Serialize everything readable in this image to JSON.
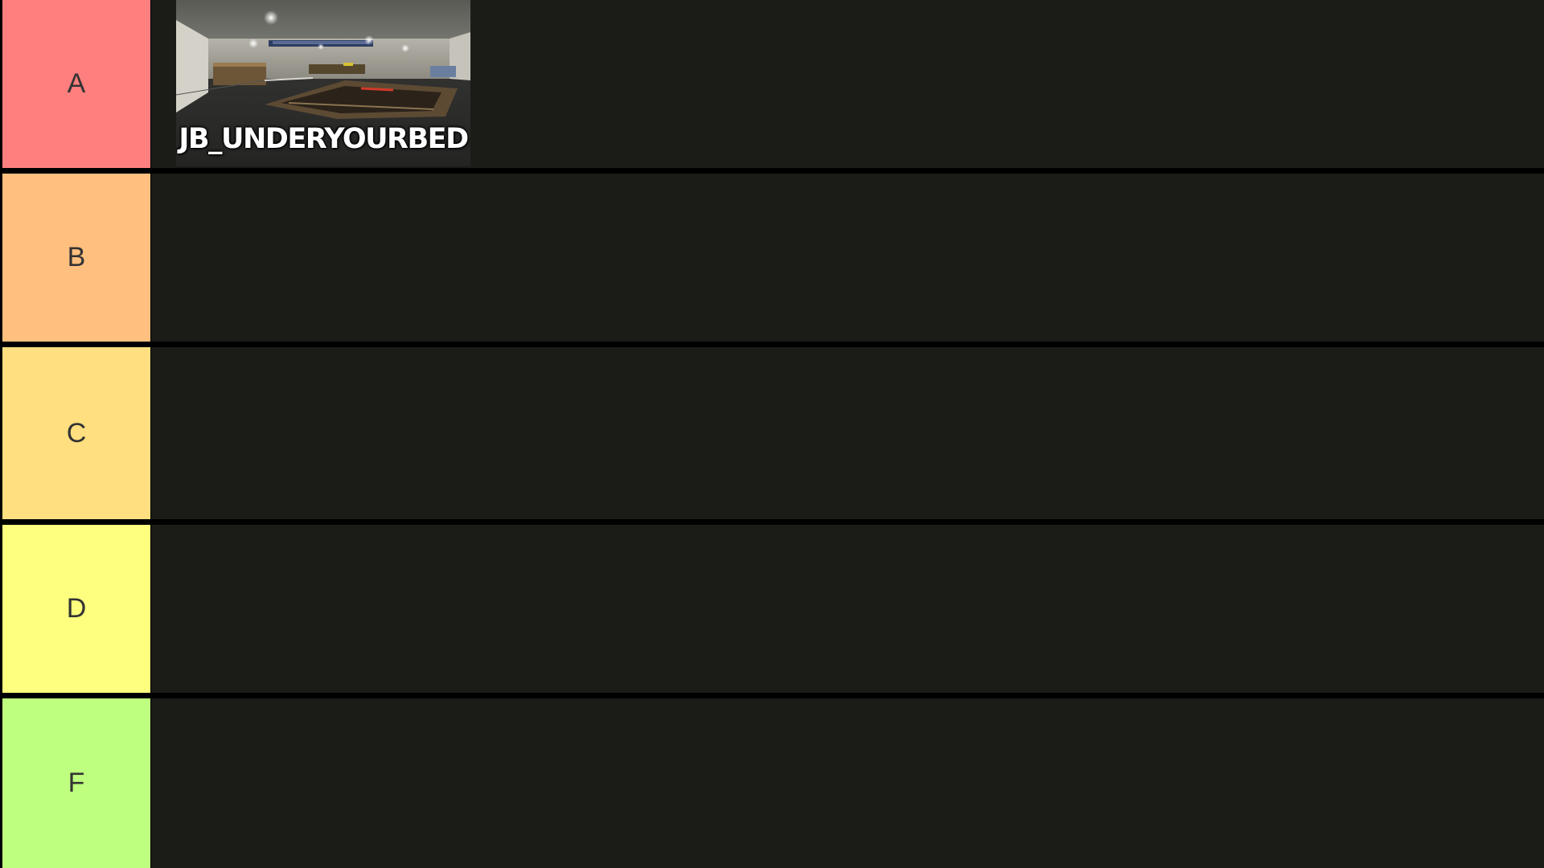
{
  "tiers": [
    {
      "label": "A",
      "color": "#ff7f7f",
      "items": [
        {
          "name": "JB_UNDERYOURBED",
          "thumbnail": "map-screenshot"
        }
      ]
    },
    {
      "label": "B",
      "color": "#ffbf7f",
      "items": []
    },
    {
      "label": "C",
      "color": "#ffdf7f",
      "items": []
    },
    {
      "label": "D",
      "color": "#ffff7f",
      "items": []
    },
    {
      "label": "F",
      "color": "#bfff7f",
      "items": []
    }
  ],
  "colors": {
    "row_background": "#1b1c18",
    "separator": "#000000"
  }
}
